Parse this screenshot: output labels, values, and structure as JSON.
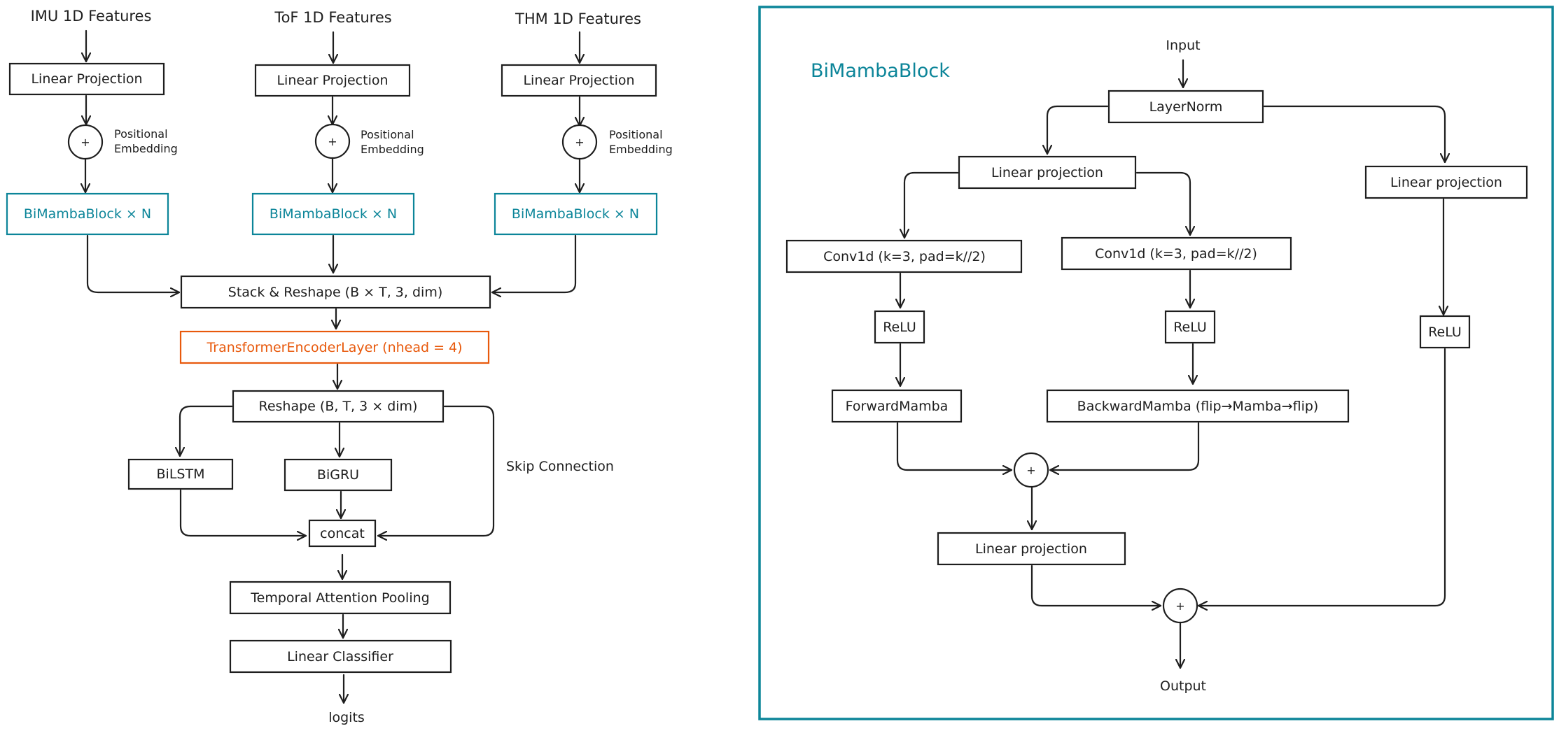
{
  "colors": {
    "ink": "#1e1e1e",
    "teal": "#0c8599",
    "orange": "#e8590c",
    "background": "#ffffff"
  },
  "main": {
    "inputs": [
      "IMU 1D Features",
      "ToF 1D Features",
      "THM 1D Features"
    ],
    "linear_projection": "Linear Projection",
    "plus": "+",
    "positional_embedding_line1": "Positional",
    "positional_embedding_line2": "Embedding",
    "bimamba_block": "BiMambaBlock × N",
    "stack_reshape": "Stack & Reshape (B × T, 3, dim)",
    "transformer": "TransformerEncoderLayer (nhead = 4)",
    "reshape": "Reshape (B, T, 3 × dim)",
    "bilstm": "BiLSTM",
    "bigru": "BiGRU",
    "skip_connection": "Skip Connection",
    "concat": "concat",
    "temporal_pooling": "Temporal Attention Pooling",
    "linear_classifier": "Linear Classifier",
    "logits": "logits"
  },
  "detail": {
    "title": "BiMambaBlock",
    "input": "Input",
    "layernorm": "LayerNorm",
    "linear_projection": "Linear projection",
    "conv1d": "Conv1d (k=3, pad=k//2)",
    "relu": "ReLU",
    "forward_mamba": "ForwardMamba",
    "backward_mamba": "BackwardMamba (flip→Mamba→flip)",
    "plus": "+",
    "output": "Output"
  }
}
